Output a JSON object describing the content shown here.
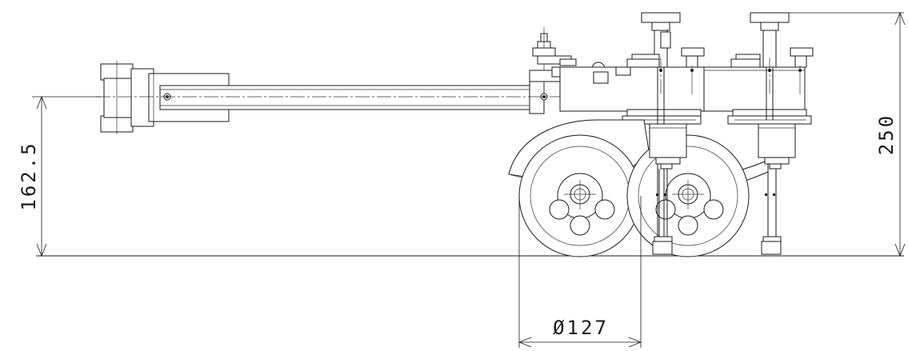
{
  "dimensions": {
    "height_to_arm": "162.5",
    "overall_height": "250",
    "wheel_diameter": "Ø127"
  }
}
